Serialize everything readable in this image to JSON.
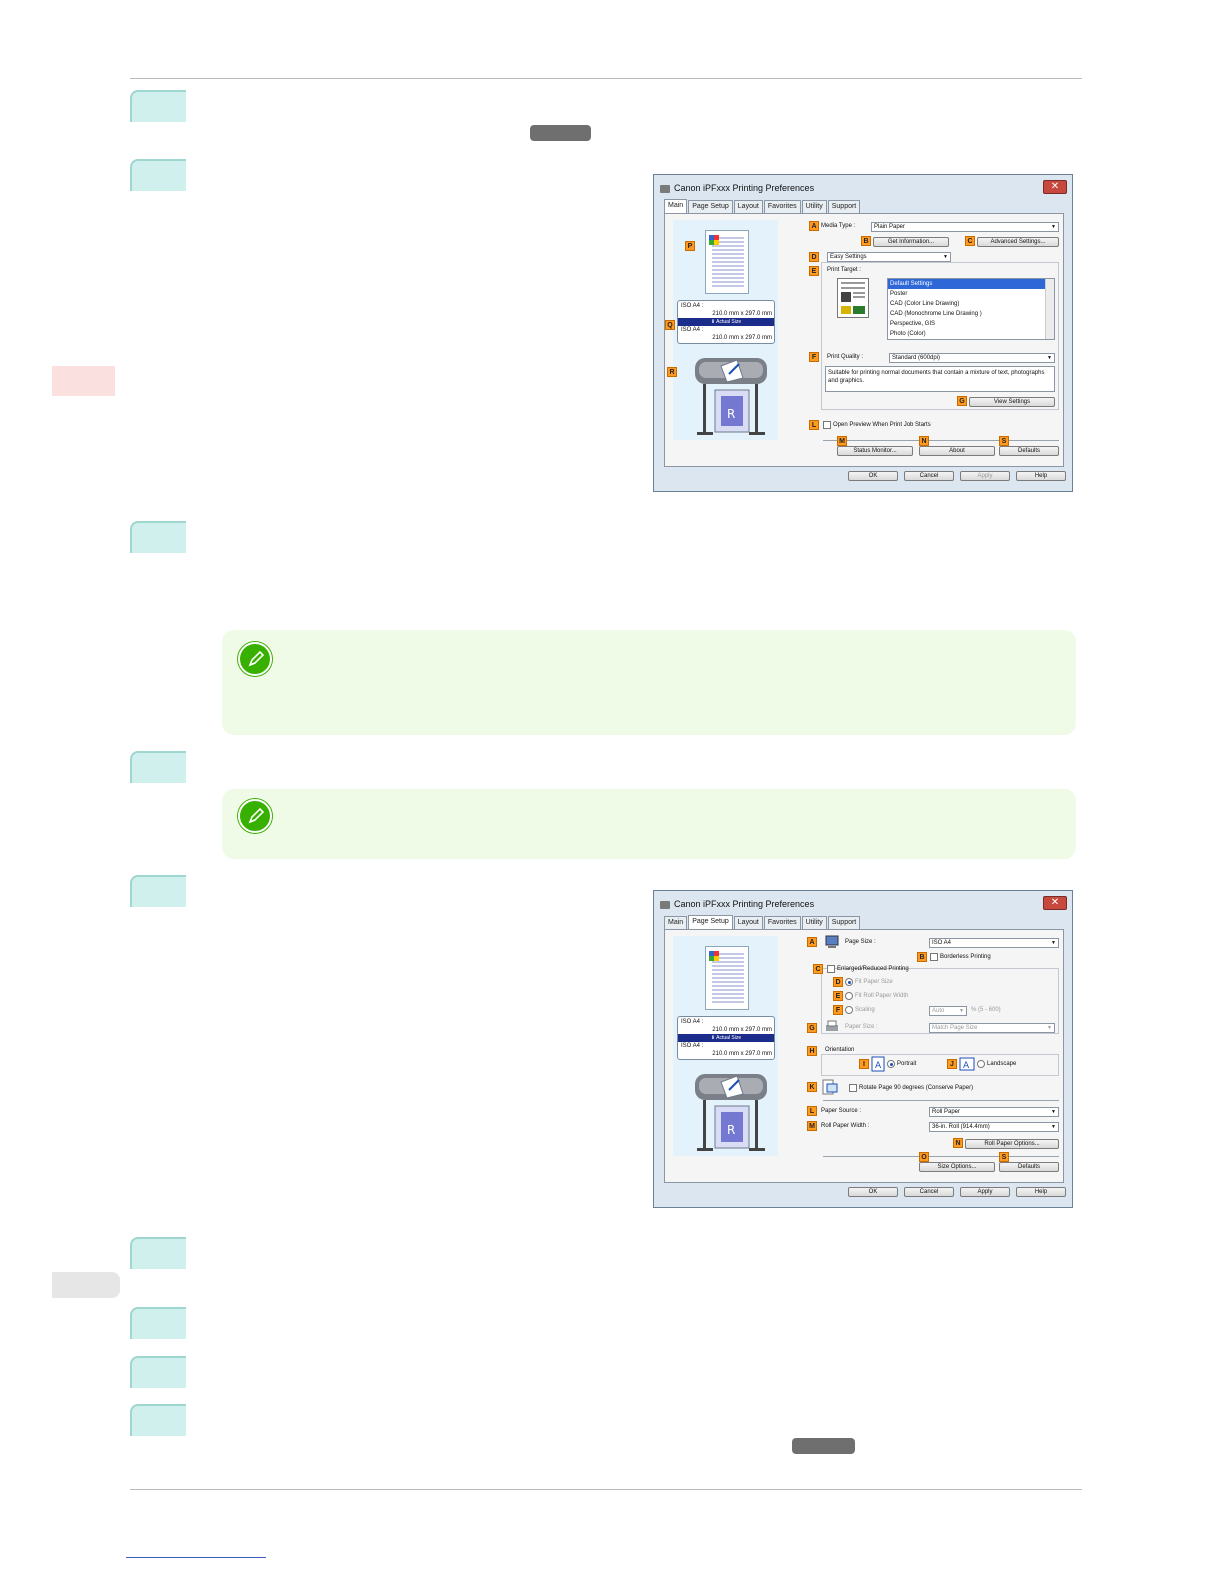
{
  "dialog_main": {
    "title": "Canon iPFxxx Printing Preferences",
    "tabs": [
      "Main",
      "Page Setup",
      "Layout",
      "Favorites",
      "Utility",
      "Support"
    ],
    "preview": {
      "page_size_1": "ISO A4 :",
      "dims_1": "210.0 mm x 297.0 mm",
      "actual_size": "Actual Size",
      "page_size_2": "ISO A4 :",
      "dims_2": "210.0 mm x 297.0 mm"
    },
    "labels": {
      "A": "A",
      "B": "B",
      "C": "C",
      "D": "D",
      "E": "E",
      "F": "F",
      "G": "G",
      "L": "L",
      "M": "M",
      "N": "N",
      "S": "S",
      "P": "P",
      "Q": "Q",
      "R": "R"
    },
    "media_type_label": "Media Type :",
    "media_type_value": "Plain Paper",
    "get_information": "Get Information...",
    "advanced_settings": "Advanced Settings...",
    "easy_settings": "Easy Settings",
    "print_target_label": "Print Target :",
    "print_targets": [
      "Default Settings",
      "Poster",
      "CAD (Color Line Drawing)",
      "CAD (Monochrome Line Drawing )",
      "Perspective, GIS",
      "Photo (Color)"
    ],
    "print_quality_label": "Print Quality :",
    "print_quality_value": "Standard (600dpi)",
    "description": "Suitable for printing normal documents that contain a mixture of text, photographs and graphics.",
    "view_settings": "View Settings",
    "open_preview": "Open Preview When Print Job Starts",
    "status_monitor": "Status Monitor...",
    "about": "About",
    "defaults": "Defaults",
    "ok": "OK",
    "cancel": "Cancel",
    "apply": "Apply",
    "help": "Help"
  },
  "dialog_setup": {
    "title": "Canon iPFxxx Printing Preferences",
    "tabs": [
      "Main",
      "Page Setup",
      "Layout",
      "Favorites",
      "Utility",
      "Support"
    ],
    "preview": {
      "page_size_1": "ISO A4 :",
      "dims_1": "210.0 mm x 297.0 mm",
      "actual_size": "Actual Size",
      "page_size_2": "ISO A4 :",
      "dims_2": "210.0 mm x 297.0 mm"
    },
    "labels": {
      "A": "A",
      "B": "B",
      "C": "C",
      "D": "D",
      "E": "E",
      "F": "F",
      "G": "G",
      "H": "H",
      "I": "I",
      "J": "J",
      "K": "K",
      "L": "L",
      "M": "M",
      "N": "N",
      "O": "O",
      "S": "S"
    },
    "page_size_label": "Page Size :",
    "page_size_value": "ISO A4",
    "borderless": "Borderless Printing",
    "enlarged_reduced": "Enlarged/Reduced Printing",
    "fit_paper_size": "Fit Paper Size",
    "fit_roll_width": "Fit Roll Paper Width",
    "scaling": "Scaling",
    "scaling_value": "Auto",
    "scaling_range": "% (5 - 600)",
    "paper_size_label": "Paper Size :",
    "paper_size_value": "Match Page Size",
    "orientation": "Orientation",
    "portrait": "Portrait",
    "landscape": "Landscape",
    "rotate": "Rotate Page 90 degrees (Conserve Paper)",
    "paper_source_label": "Paper Source :",
    "paper_source_value": "Roll Paper",
    "roll_width_label": "Roll Paper Width :",
    "roll_width_value": "36-in. Roll (914.4mm)",
    "roll_options": "Roll Paper Options...",
    "size_options": "Size Options...",
    "defaults": "Defaults",
    "ok": "OK",
    "cancel": "Cancel",
    "apply": "Apply",
    "help": "Help"
  },
  "colors": {
    "step_bg": "#cff0ec",
    "note_bg": "#effbe6",
    "note_icon": "#38b000",
    "chapter_tab": "#fbe0e0",
    "section_tab": "#e6e6e6",
    "ref_pill": "#6f6f6f",
    "label_badge": "#ff9a1f"
  }
}
